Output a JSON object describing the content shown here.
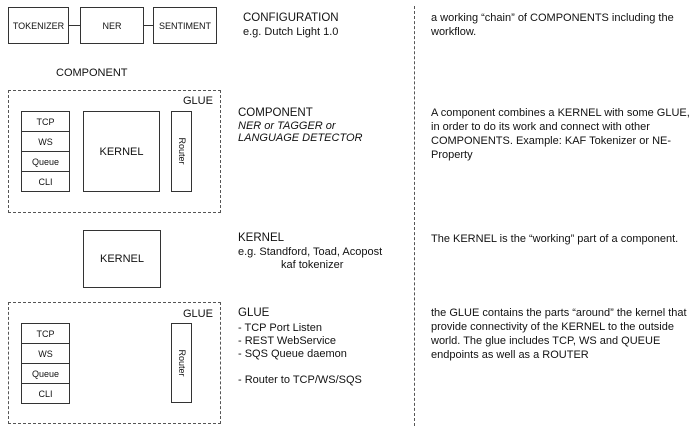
{
  "chain": {
    "boxes": [
      "TOKENIZER",
      "NER",
      "SENTIMENT"
    ],
    "caption": "COMPONENT"
  },
  "component_diagram": {
    "glue_label": "GLUE",
    "ports": [
      "TCP",
      "WS",
      "Queue",
      "CLI"
    ],
    "kernel_label": "KERNEL",
    "router_label": "Router"
  },
  "kernel_diagram": {
    "kernel_label": "KERNEL"
  },
  "glue_diagram": {
    "glue_label": "GLUE",
    "ports": [
      "TCP",
      "WS",
      "Queue",
      "CLI"
    ],
    "router_label": "Router"
  },
  "sections": {
    "configuration": {
      "title": "CONFIGURATION",
      "example": "e.g. Dutch Light 1.0",
      "description": "a working “chain” of COMPONENTS including the workflow."
    },
    "component": {
      "title": "COMPONENT",
      "subtitle_line1": "NER or TAGGER or",
      "subtitle_line2": "LANGUAGE DETECTOR",
      "description": "A component combines a KERNEL with some GLUE, in order to do its work and connect with other COMPONENTS. Example: KAF Tokenizer or NE-Property"
    },
    "kernel": {
      "title": "KERNEL",
      "example_line1": "e.g. Standford, Toad, Acopost",
      "example_line2": "kaf tokenizer",
      "description": "The KERNEL is the “working” part of a component."
    },
    "glue": {
      "title": "GLUE",
      "items": [
        "- TCP Port Listen",
        "- REST WebService",
        "- SQS Queue daemon"
      ],
      "extra": "- Router to TCP/WS/SQS",
      "description": "the GLUE contains the parts “around” the kernel that provide connectivity of the KERNEL to the outside world. The glue includes TCP, WS and QUEUE endpoints as well as a ROUTER"
    }
  }
}
